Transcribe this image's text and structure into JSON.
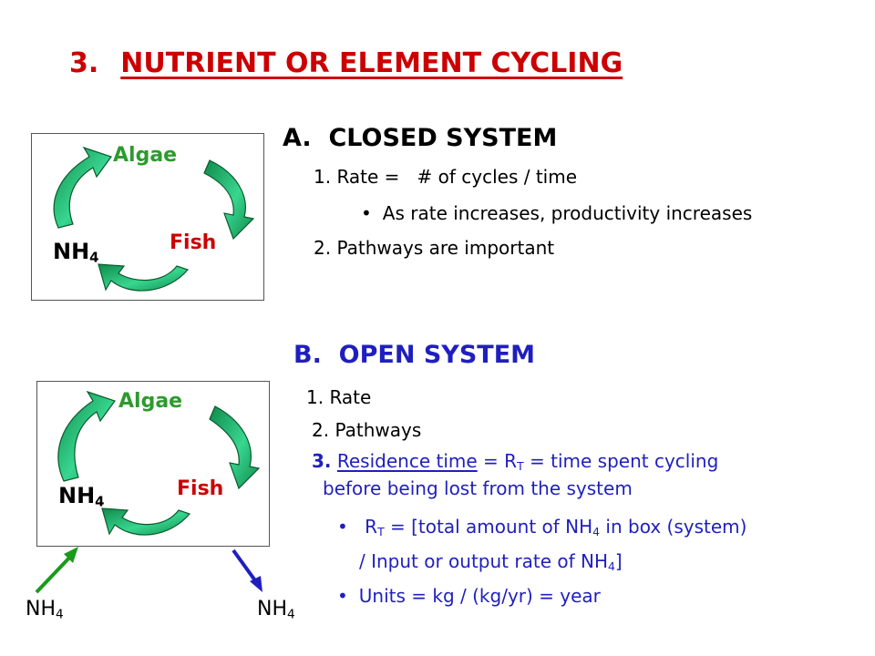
{
  "title": {
    "number": "3.",
    "text": "NUTRIENT OR ELEMENT CYCLING"
  },
  "closed": {
    "header_letter": "A.",
    "header_text": "CLOSED SYSTEM",
    "item1_prefix": "1.  Rate =",
    "item1_value": "# of cycles / time",
    "bullet1": "As rate increases, productivity increases",
    "item2": "2.  Pathways are important",
    "diagram": {
      "algae": "Algae",
      "fish": "Fish",
      "nh": "NH",
      "nh_sub": "4"
    }
  },
  "open": {
    "header_letter": "B.",
    "header_text": "OPEN SYSTEM",
    "item1": "1. Rate",
    "item2": "2. Pathways",
    "item3_num": "3.",
    "item3_term": "Residence time",
    "item3_eq": "= R",
    "item3_sub": "T",
    "item3_rest": "= time spent cycling",
    "item3_line2": "before being lost from the system",
    "bullet1_a": "R",
    "bullet1_sub": "T",
    "bullet1_b": "= [total amount of NH",
    "bullet1_sub2": "4",
    "bullet1_c": "in box (system)",
    "bullet1_line2_a": "/   Input or output rate of NH",
    "bullet1_line2_sub": "4",
    "bullet1_line2_b": "]",
    "bullet2": "Units = kg / (kg/yr) = year",
    "diagram": {
      "algae": "Algae",
      "fish": "Fish",
      "nh": "NH",
      "nh_sub": "4"
    },
    "input_nh": "NH",
    "input_sub": "4",
    "output_nh": "NH",
    "output_sub": "4"
  },
  "colors": {
    "title": "#cc0000",
    "blue": "#1f1fbf",
    "green": "#2e9a2e",
    "arrow_fill": "#2fcf8e"
  },
  "icons": [
    "curved-arrow-icon",
    "input-arrow-icon",
    "output-arrow-icon"
  ]
}
